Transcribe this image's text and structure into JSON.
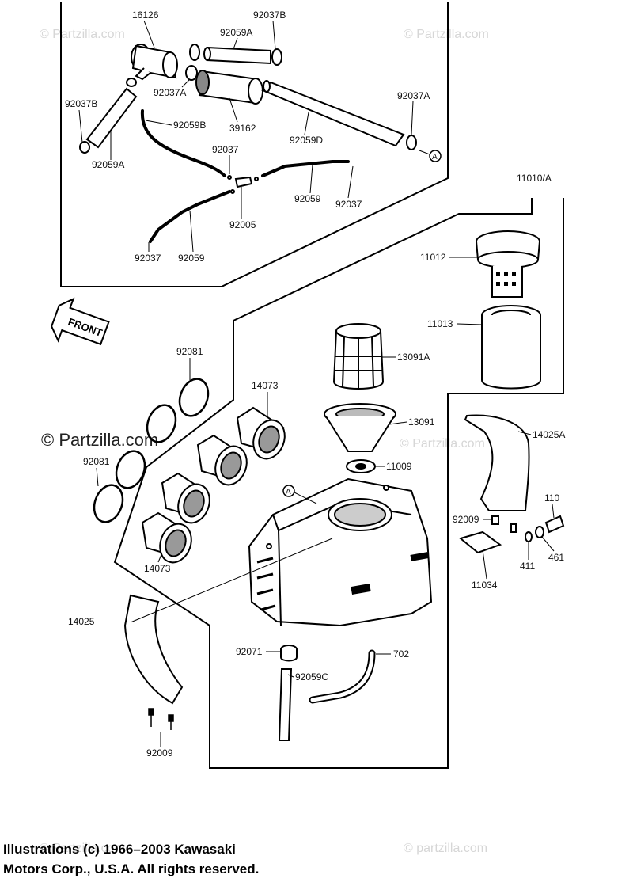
{
  "watermarks": {
    "top_left": "© Partzilla.com",
    "top_right": "© Partzilla.com",
    "mid_left": "© Partzilla.com",
    "mid_right": "© Partzilla.com",
    "bottom_right": "© partzilla.com",
    "bottom_left": "© Partzilla.com"
  },
  "front_label": "FRONT",
  "parts": {
    "p16126": "16126",
    "p92037B_top": "92037B",
    "p92059A_top": "92059A",
    "p92037B_left": "92037B",
    "p92037A_mid": "92037A",
    "p92059B": "92059B",
    "p39162": "39162",
    "p92059D": "92059D",
    "p92037A_right": "92037A",
    "p92059A_left": "92059A",
    "p92037_mid": "92037",
    "p92059_right": "92059",
    "p92037_right": "92037",
    "p92005": "92005",
    "p92037_bottom": "92037",
    "p92059_bottom": "92059",
    "circle_a_top": "A",
    "p11010A": "11010/A",
    "p11012": "11012",
    "p11013": "11013",
    "p13091A": "13091A",
    "p13091": "13091",
    "p11009": "11009",
    "p14025A": "14025A",
    "p92081_top": "92081",
    "p92081_left": "92081",
    "p14073_top": "14073",
    "p14073_bottom": "14073",
    "circle_a_tank": "A",
    "p110": "110",
    "p92009_right": "92009",
    "p411": "411",
    "p461": "461",
    "p11034": "11034",
    "p14025": "14025",
    "p92071": "92071",
    "p702": "702",
    "p92059C": "92059C",
    "p92009_bottom": "92009"
  },
  "copyright": {
    "line1": "Illustrations (c) 1966–2003 Kawasaki",
    "line2": "Motors Corp., U.S.A.  All rights reserved."
  }
}
